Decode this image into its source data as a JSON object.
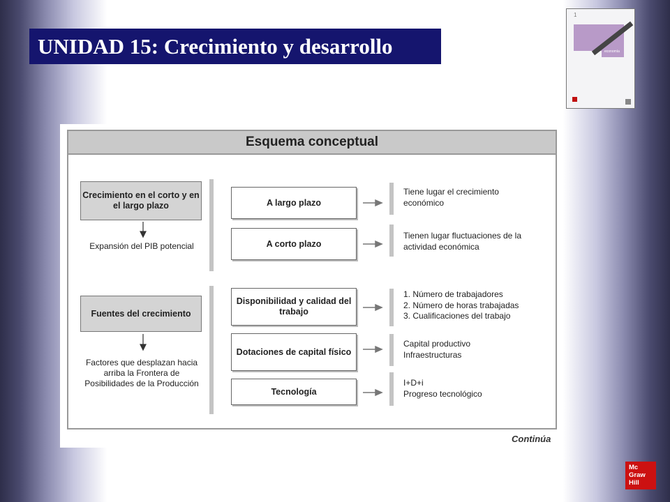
{
  "title": "UNIDAD 15: Crecimiento y desarrollo",
  "book_cover": {
    "number": "1",
    "subject": "economía"
  },
  "diagram": {
    "header": "Esquema conceptual",
    "sections": [
      {
        "main": "Crecimiento en el corto y en el largo plazo",
        "result": "Expansión del PIB potencial",
        "branches": [
          {
            "label": "A largo plazo",
            "details": [
              "Tiene lugar el crecimiento",
              "económico"
            ]
          },
          {
            "label": "A corto plazo",
            "details": [
              "Tienen lugar fluctuaciones de la",
              "actividad económica"
            ]
          }
        ]
      },
      {
        "main": "Fuentes del crecimiento",
        "result": "Factores que desplazan hacia arriba la Frontera de Posibilidades de la Producción",
        "branches": [
          {
            "label": "Disponibilidad y calidad del trabajo",
            "details": [
              "1. Número de trabajadores",
              "2. Número de horas trabajadas",
              "3. Cualificaciones del trabajo"
            ]
          },
          {
            "label": "Dotaciones de capital físico",
            "details": [
              "Capital productivo",
              "Infraestructuras"
            ]
          },
          {
            "label": "Tecnología",
            "details": [
              "I+D+i",
              "Progreso tecnológico"
            ]
          }
        ]
      }
    ],
    "footer": "Continúa"
  },
  "logo": {
    "line1": "Mc",
    "line2": "Graw",
    "line3": "Hill"
  }
}
